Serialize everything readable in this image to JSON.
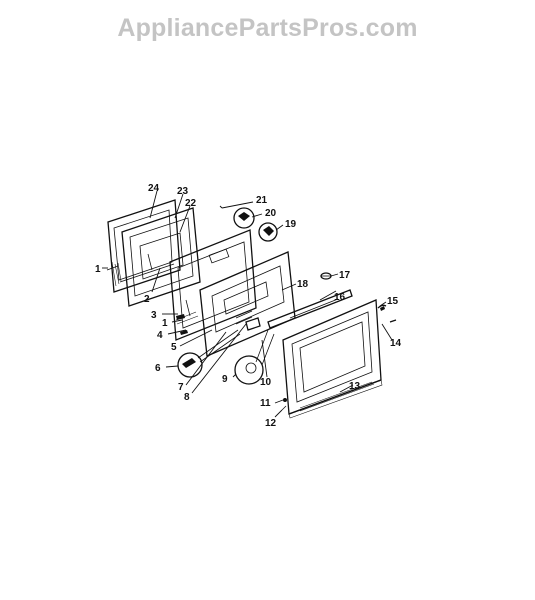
{
  "watermark": "AppliancePartsPros.com",
  "callouts": {
    "c1": "1",
    "c1b": "1",
    "c2": "2",
    "c3": "3",
    "c4": "4",
    "c5": "5",
    "c6": "6",
    "c7": "7",
    "c8": "8",
    "c9": "9",
    "c10": "10",
    "c11": "11",
    "c12": "12",
    "c13": "13",
    "c14": "14",
    "c15": "15",
    "c16": "16",
    "c17": "17",
    "c18": "18",
    "c19": "19",
    "c20": "20",
    "c21": "21",
    "c22": "22",
    "c23": "23",
    "c24": "24"
  }
}
